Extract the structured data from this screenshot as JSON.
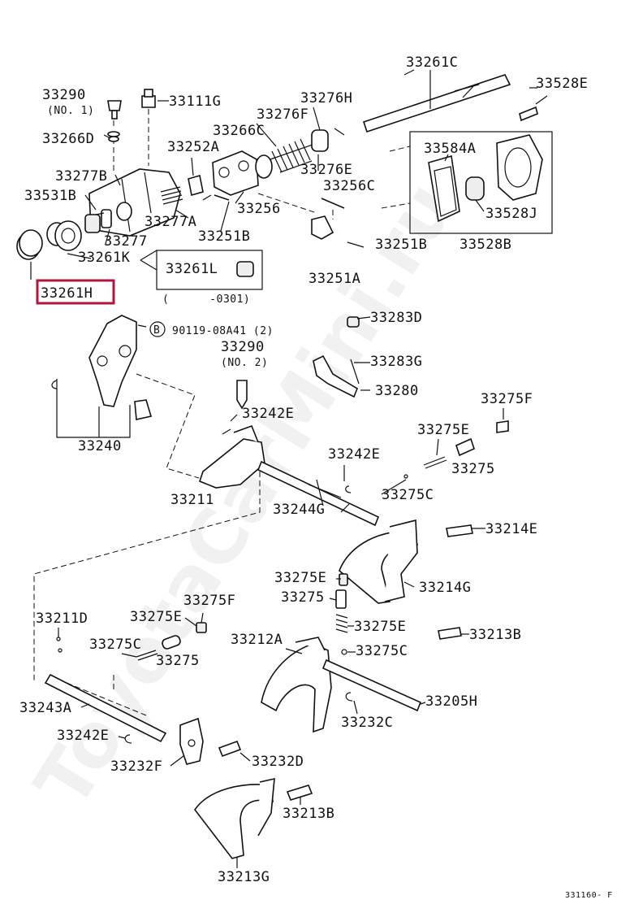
{
  "watermark": "ToyotaCarMini.ru",
  "figure_code": "331160- F",
  "highlighted_part": "33261H",
  "callouts": {
    "p33290_no1": "33290",
    "p33290_no1_note": "(NO. 1)",
    "p33266D": "33266D",
    "p33277B": "33277B",
    "p33531B": "33531B",
    "p33277": "33277",
    "p33261K": "33261K",
    "p33261H": "33261H",
    "p33111G": "33111G",
    "p33252A": "33252A",
    "p33277A": "33277A",
    "p33266C": "33266C",
    "p33276F": "33276F",
    "p33276H": "33276H",
    "p33276E": "33276E",
    "p33256C": "33256C",
    "p33256": "33256",
    "p33251B_a": "33251B",
    "p33261L": "33261L",
    "p33261L_range": "(      -0301)",
    "p33261C": "33261C",
    "p33528E": "33528E",
    "p33584A": "33584A",
    "p33528J": "33528J",
    "p33528B": "33528B",
    "p33251B_b": "33251B",
    "p33251A": "33251A",
    "p90119_circle": "B",
    "p90119": "90119-08A41 (2)",
    "p33283D": "33283D",
    "p33290_no2": "33290",
    "p33290_no2_note": "(NO. 2)",
    "p33283G": "33283G",
    "p33280": "33280",
    "p33275F_a": "33275F",
    "p33242E_a": "33242E",
    "p33240": "33240",
    "p33275E_a": "33275E",
    "p33275_a": "33275",
    "p33242E_b": "33242E",
    "p33211": "33211",
    "p33275C_a": "33275C",
    "p33244G": "33244G",
    "p33214E": "33214E",
    "p33275E_b": "33275E",
    "p33214G": "33214G",
    "p33275_b": "33275",
    "p33211D": "33211D",
    "p33275E_c": "33275E",
    "p33275F_b": "33275F",
    "p33212A": "33212A",
    "p33275E_d": "33275E",
    "p33213B_a": "33213B",
    "p33275C_b": "33275C",
    "p33275_c": "33275",
    "p33275C_c": "33275C",
    "p33205H": "33205H",
    "p33243A": "33243A",
    "p33232C": "33232C",
    "p33242E_c": "33242E",
    "p33232F": "33232F",
    "p33232D": "33232D",
    "p33213B_b": "33213B",
    "p33213G": "33213G"
  }
}
